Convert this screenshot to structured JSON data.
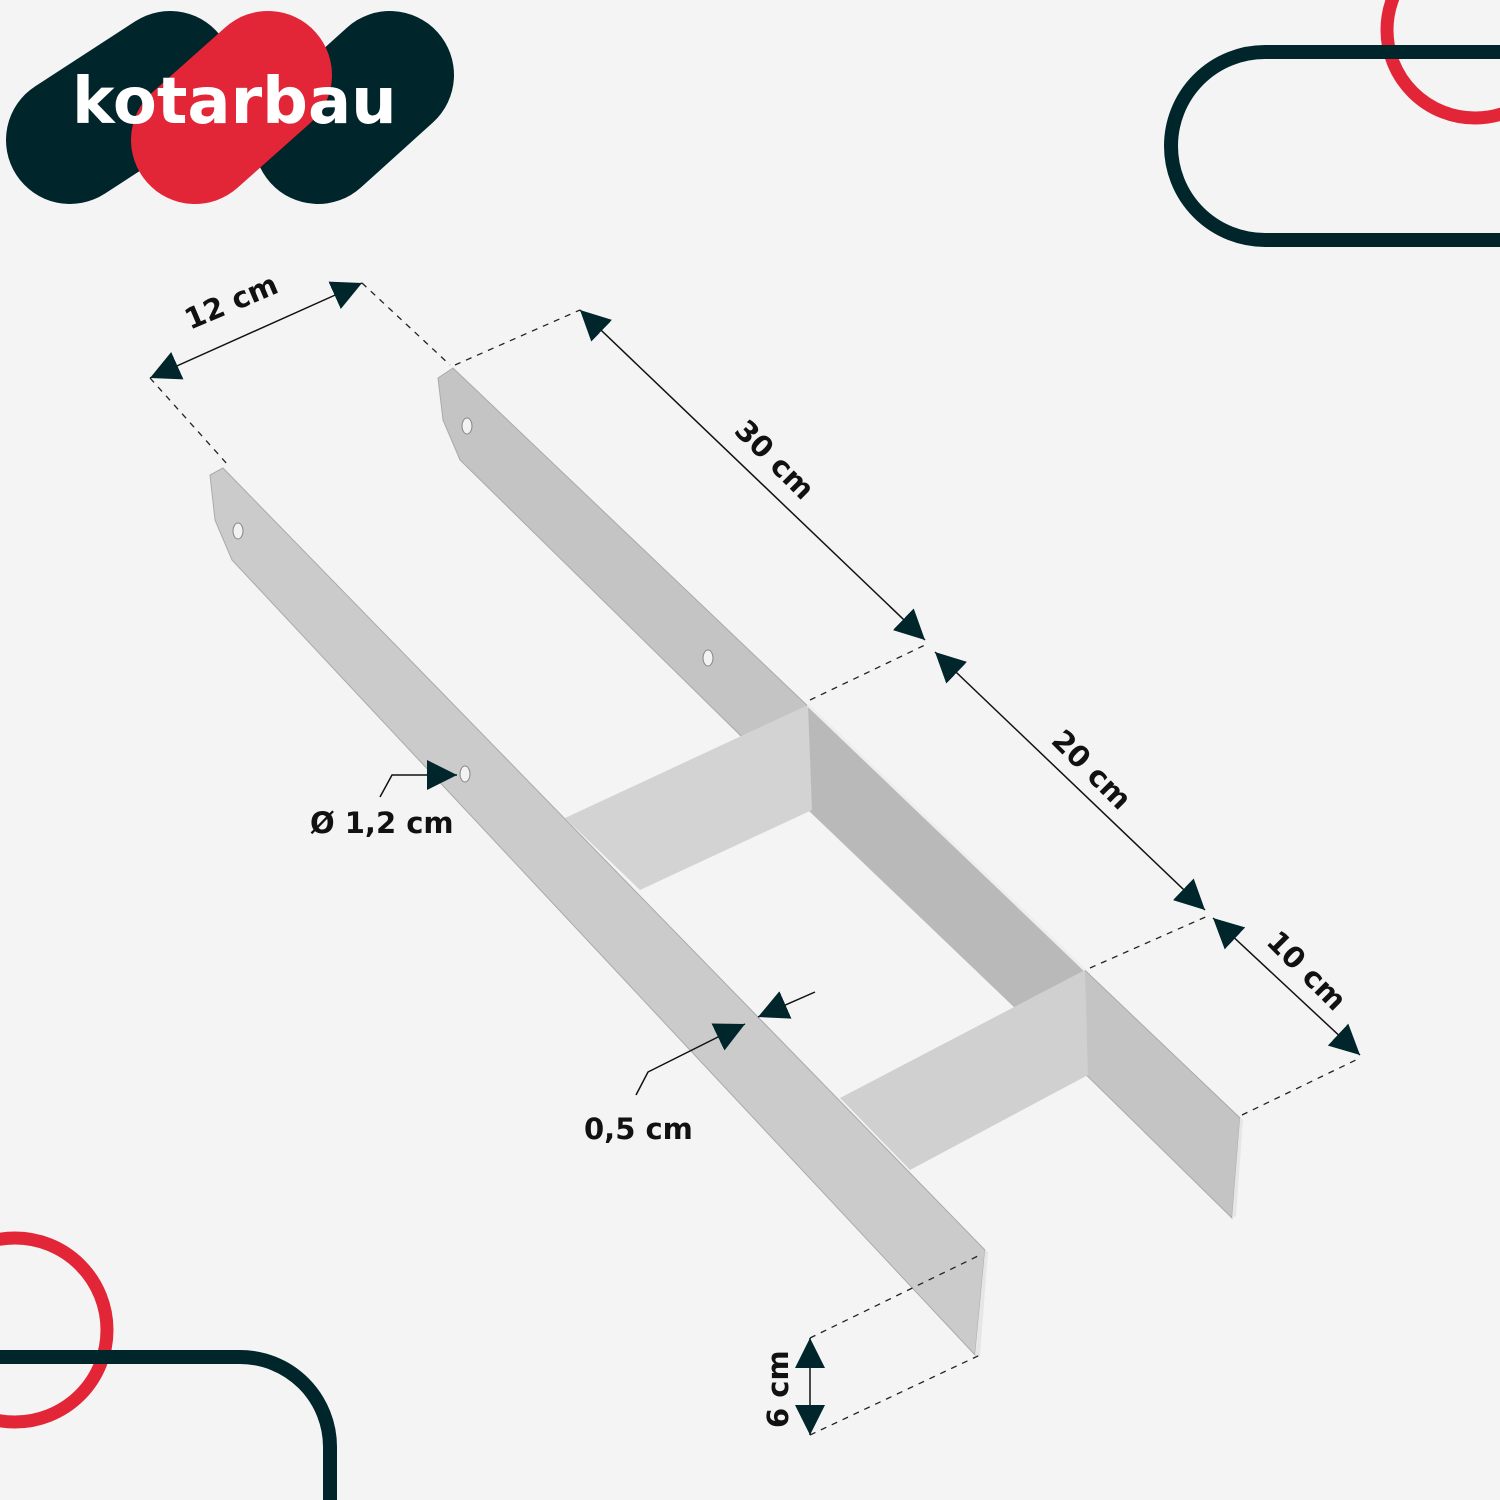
{
  "brand": {
    "name": "kotarbau"
  },
  "colors": {
    "dark": "#00252a",
    "red": "#e22637",
    "background": "#f4f4f4",
    "metal": "#c9c9c9"
  },
  "dimensions": {
    "width": "12 cm",
    "upper_length": "30 cm",
    "web_length": "20 cm",
    "lower_length": "10 cm",
    "hole_diameter": "Ø 1,2 cm",
    "thickness": "0,5 cm",
    "height": "6 cm"
  }
}
